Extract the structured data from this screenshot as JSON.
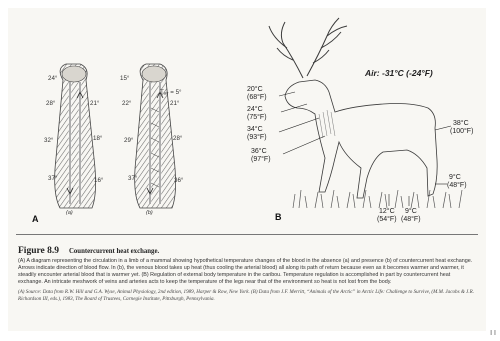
{
  "panel_a": {
    "label": "A",
    "sub_a": "(a)",
    "sub_b": "(b)",
    "leg_a": {
      "top": "24°",
      "left_upper": "28°",
      "right_upper": "21°",
      "left_mid": "32°",
      "right_mid": "18°",
      "left_low": "37°",
      "right_low": "16°"
    },
    "leg_b": {
      "top": "15°",
      "tair": "Tₐᵢᵣ = 5°",
      "left_upper": "22°",
      "right_upper": "21°",
      "left_mid": "29°",
      "right_mid": "28°",
      "left_low": "37°",
      "right_low": "36°"
    }
  },
  "panel_b": {
    "label": "B",
    "air": "Air: -31°C (-24°F)",
    "temps": [
      {
        "c": "20°C",
        "f": "(68°F)"
      },
      {
        "c": "24°C",
        "f": "(75°F)"
      },
      {
        "c": "34°C",
        "f": "(93°F)"
      },
      {
        "c": "36°C",
        "f": "(97°F)"
      },
      {
        "c": "38°C",
        "f": "(100°F)"
      },
      {
        "c": "9°C",
        "f": "(48°F)"
      },
      {
        "c": "12°C",
        "f": "(54°F)"
      },
      {
        "c": "9°C",
        "f": "(48°F)"
      }
    ]
  },
  "caption": {
    "title": "Figure 8.9",
    "heading": "Countercurrent heat exchange.",
    "body": "(A) A diagram representing the circulation in a limb of a mammal showing hypothetical temperature changes of the blood in the absence (a) and presence (b) of countercurrent heat exchange. Arrows indicate direction of blood flow. In (b), the venous blood takes up heat (thus cooling the arterial blood) all along its path of return because even as it becomes warmer and warmer, it steadily encounter arterial blood that is warmer yet. (B) Regulation of external body temperature in the caribou. Temperature regulation is accomplished in part by countercurrent heat exchange. An intricate meshwork of veins and arteries acts to keep the temperature of the legs near that of the environment so heat is not lost from the body.",
    "source": "(A) Source: Data from R.W. Hill and G.A. Wyse, Animal Physiology, 2nd edition, 1989, Harper & Row, New York. (B) Data from J.F. Merritt, “Animals of the Arctic” in Arctic Life: Challenge to Survive, (M.M. Jacobs & J.R. Richardson III, eds.), 1983, The Board of Trustees, Carnegie Institute, Pittsburgh, Pennsylvania."
  },
  "page_mark": "I I"
}
